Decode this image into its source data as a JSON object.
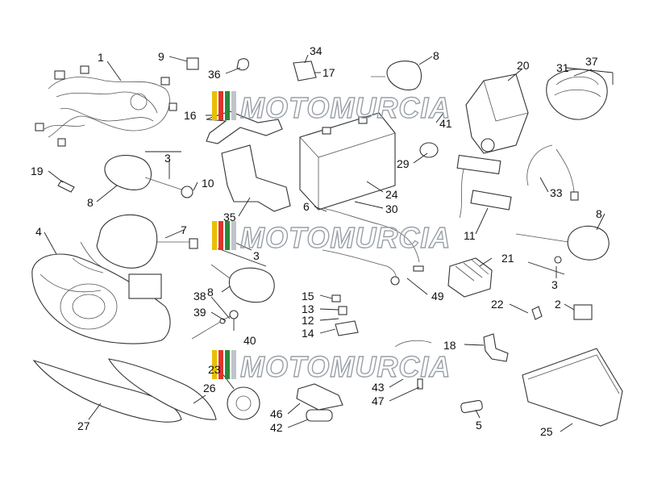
{
  "watermark": {
    "text": "MOTOMURCIA",
    "stripe_colors": [
      "#e8c000",
      "#e0342a",
      "#2a8a3a",
      "#c0c4ca"
    ]
  },
  "callouts": {
    "c1": "1",
    "c2": "2",
    "c3a": "3",
    "c3b": "3",
    "c3c": "3",
    "c4": "4",
    "c5": "5",
    "c6": "6",
    "c7": "7",
    "c8a": "8",
    "c8b": "8",
    "c8c": "8",
    "c8d": "8",
    "c9": "9",
    "c10": "10",
    "c11": "11",
    "c12": "12",
    "c13": "13",
    "c14": "14",
    "c15": "15",
    "c16": "16",
    "c17": "17",
    "c18": "18",
    "c19": "19",
    "c20": "20",
    "c21": "21",
    "c22": "22",
    "c23": "23",
    "c24": "24",
    "c25": "25",
    "c26": "26",
    "c27": "27",
    "c29": "29",
    "c30": "30",
    "c31": "31",
    "c33": "33",
    "c34": "34",
    "c35": "35",
    "c36": "36",
    "c37": "37",
    "c38": "38",
    "c39": "39",
    "c40": "40",
    "c41": "41",
    "c42": "42",
    "c43": "43",
    "c46": "46",
    "c47": "47",
    "c49": "49"
  }
}
